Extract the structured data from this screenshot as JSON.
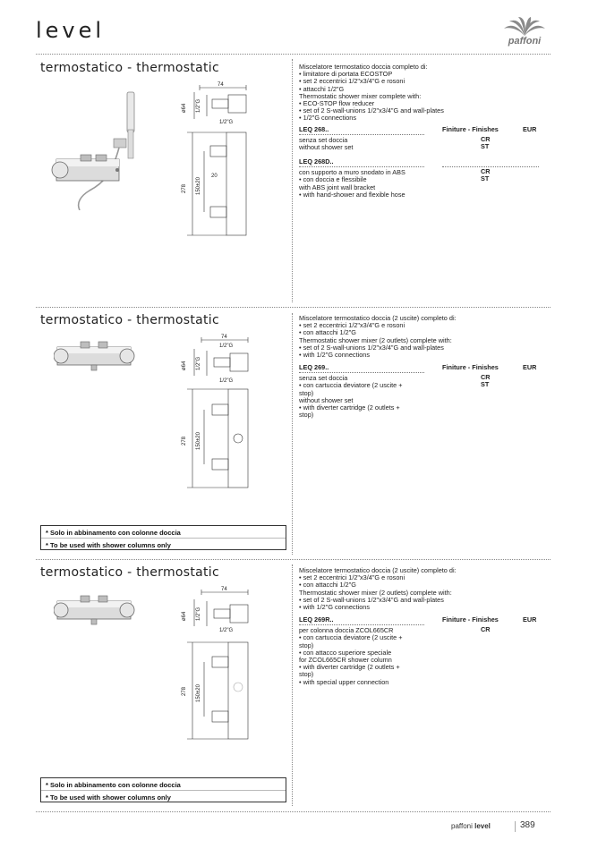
{
  "header": {
    "title": "level",
    "logo_text": "paffoni"
  },
  "sections": [
    {
      "title": "termostatico - thermostatic",
      "spec_lines": [
        {
          "text": "Miscelatore termostatico doccia completo di:",
          "bullet": false
        },
        {
          "text": "limitatore di portata ECOSTOP",
          "bullet": true
        },
        {
          "text": "set 2 eccentrici 1/2\"x3/4\"G e rosoni",
          "bullet": true
        },
        {
          "text": "attacchi 1/2\"G",
          "bullet": true
        },
        {
          "text": "Thermostatic shower mixer complete with:",
          "bullet": false
        },
        {
          "text": "ECO-STOP flow reducer",
          "bullet": true
        },
        {
          "text": "set of 2 S-wall-unions 1/2\"x3/4\"G and wall-plates",
          "bullet": true
        },
        {
          "text": "1/2\"G connections",
          "bullet": true
        }
      ],
      "finishes_label": "Finiture - Finishes",
      "eur_label": "EUR",
      "variants": [
        {
          "code": "LEQ 268..",
          "lines": [
            {
              "text": "senza set doccia",
              "bullet": false
            },
            {
              "text": "without shower set",
              "bullet": false
            }
          ],
          "finishes": [
            "CR",
            "ST"
          ]
        },
        {
          "code": "LEQ 268D..",
          "lines": [
            {
              "text": "con supporto a muro snodato in ABS",
              "bullet": false
            },
            {
              "text": "con doccia e flessibile",
              "bullet": true
            },
            {
              "text": "with ABS joint wall bracket",
              "bullet": false
            },
            {
              "text": "with hand-shower and flexible hose",
              "bullet": true
            }
          ],
          "finishes": [
            "CR",
            "ST"
          ]
        }
      ],
      "dims": {
        "width": "74",
        "conn": "1/2\"G",
        "depth": "ø64",
        "height": "278",
        "centers": "150±20",
        "offset": "20"
      }
    },
    {
      "title": "termostatico - thermostatic",
      "spec_lines": [
        {
          "text": "Miscelatore termostatico doccia (2 uscite) completo di:",
          "bullet": false
        },
        {
          "text": "set 2 eccentrici 1/2\"x3/4\"G e rosoni",
          "bullet": true
        },
        {
          "text": "con attacchi 1/2\"G",
          "bullet": true
        },
        {
          "text": "Thermostatic shower mixer (2 outlets) complete with:",
          "bullet": false
        },
        {
          "text": "set of 2 S-wall-unions 1/2\"x3/4\"G and wall-plates",
          "bullet": true
        },
        {
          "text": "with 1/2\"G connections",
          "bullet": true
        }
      ],
      "finishes_label": "Finiture - Finishes",
      "eur_label": "EUR",
      "variants": [
        {
          "code": "LEQ 269..",
          "lines": [
            {
              "text": "senza set doccia",
              "bullet": false
            },
            {
              "text": "con cartuccia deviatore (2 uscite +",
              "bullet": true
            },
            {
              "text": "   stop)",
              "bullet": false
            },
            {
              "text": "without shower set",
              "bullet": false
            },
            {
              "text": "with diverter cartridge (2 outlets +",
              "bullet": true
            },
            {
              "text": "   stop)",
              "bullet": false
            }
          ],
          "finishes": [
            "CR",
            "ST"
          ]
        }
      ],
      "notes": [
        "* Solo in abbinamento con colonne doccia",
        "* To be used with shower columns only"
      ],
      "dims": {
        "width": "74",
        "conn": "1/2\"G",
        "depth": "ø64",
        "height": "278",
        "centers": "150±20"
      }
    },
    {
      "title": "termostatico - thermostatic",
      "spec_lines": [
        {
          "text": "Miscelatore termostatico doccia (2 uscite) completo di:",
          "bullet": false
        },
        {
          "text": "set 2 eccentrici 1/2\"x3/4\"G e rosoni",
          "bullet": true
        },
        {
          "text": "con attacchi 1/2\"G",
          "bullet": true
        },
        {
          "text": "Thermostatic shower mixer (2 outlets) complete with:",
          "bullet": false
        },
        {
          "text": "set of 2 S-wall-unions 1/2\"x3/4\"G and wall-plates",
          "bullet": true
        },
        {
          "text": "with 1/2\"G connections",
          "bullet": true
        }
      ],
      "finishes_label": "Finiture - Finishes",
      "eur_label": "EUR",
      "variants": [
        {
          "code": "LEQ 269R..",
          "lines": [
            {
              "text": "per colonna doccia ZCOL665CR",
              "bullet": false
            },
            {
              "text": "con cartuccia deviatore (2 uscite +",
              "bullet": true
            },
            {
              "text": "   stop)",
              "bullet": false
            },
            {
              "text": "con attacco superiore speciale",
              "bullet": true
            },
            {
              "text": "for ZCOL665CR shower column",
              "bullet": false
            },
            {
              "text": "with diverter cartridge (2 outlets +",
              "bullet": true
            },
            {
              "text": "   stop)",
              "bullet": false
            },
            {
              "text": "with special upper connection",
              "bullet": true
            }
          ],
          "finishes": [
            "CR"
          ]
        }
      ],
      "notes": [
        "* Solo in abbinamento con colonne doccia",
        "* To be used with shower columns only"
      ],
      "dims": {
        "width": "74",
        "conn": "1/2\"G",
        "depth": "ø64",
        "height": "278",
        "centers": "150±20"
      }
    }
  ],
  "footer": {
    "brand": "paffoni",
    "series": "level",
    "page": "389"
  }
}
